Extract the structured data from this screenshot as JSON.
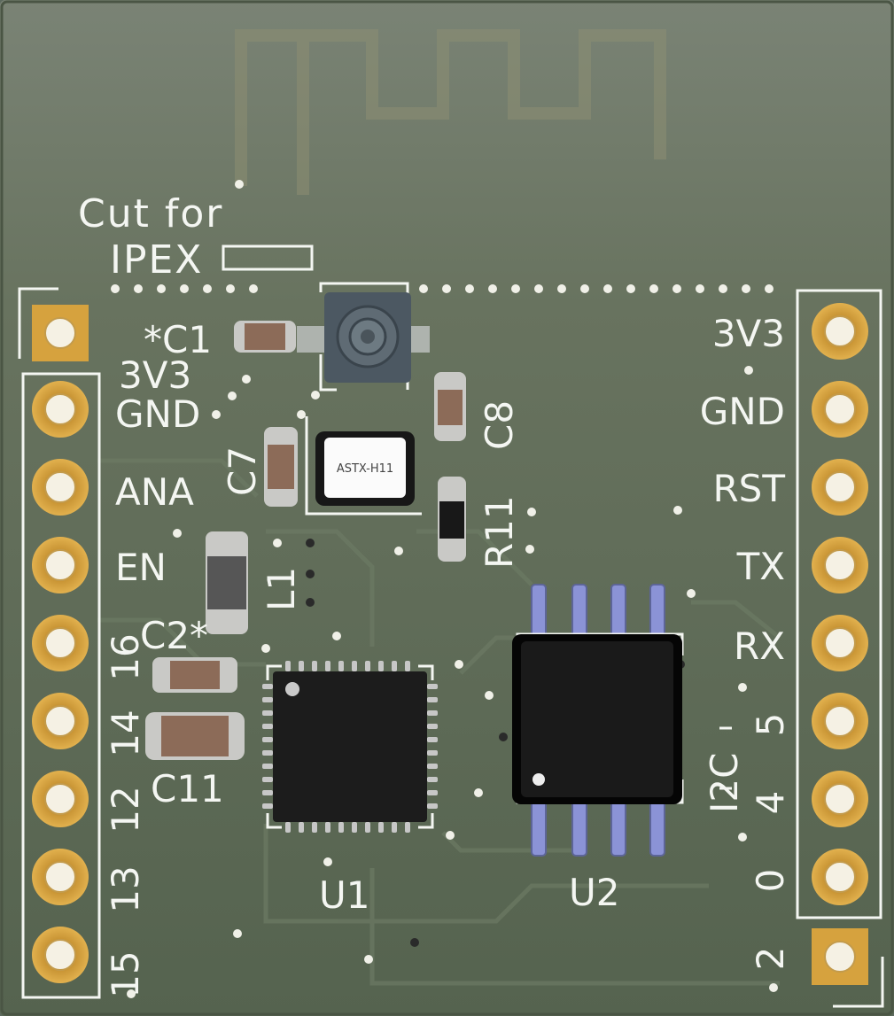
{
  "antenna_note": {
    "line1": "Cut for",
    "line2": "IPEX"
  },
  "components": {
    "c1": "*C1",
    "c2": "C2*",
    "c7": "C7",
    "c8": "C8",
    "c11": "C11",
    "l1": "L1",
    "r11": "R11",
    "u1": "U1",
    "u2": "U2",
    "crystal": "ASTX-H11",
    "i2c": "I2C"
  },
  "left_header": {
    "pins": [
      "3V3",
      "GND",
      "ANA",
      "EN",
      "16",
      "14",
      "12",
      "13",
      "15"
    ]
  },
  "right_header": {
    "pins": [
      "3V3",
      "GND",
      "RST",
      "TX",
      "RX",
      "5",
      "4",
      "0",
      "2"
    ]
  },
  "colors": {
    "board": "#5d6a5e",
    "silkscreen": "#f4f6f2",
    "pad_gold": "#d9a33e",
    "chip_body": "#151515",
    "lead_blue": "#8b93d6"
  }
}
